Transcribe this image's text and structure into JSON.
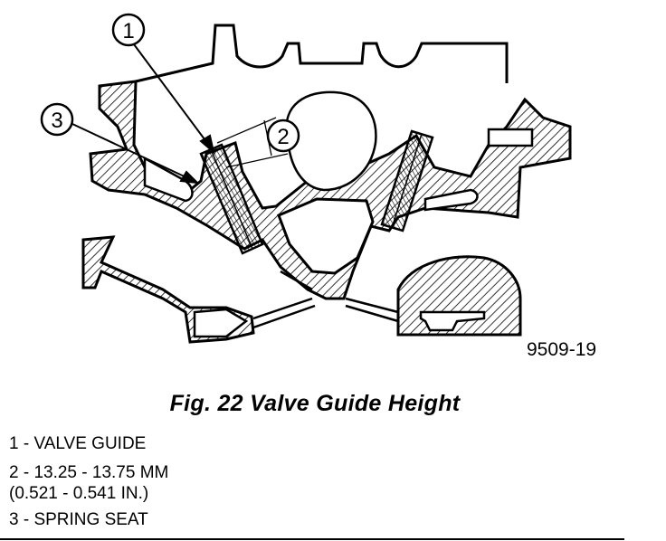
{
  "figure": {
    "callouts": [
      "1",
      "2",
      "3"
    ],
    "figure_id": "9509-19"
  },
  "caption": "Fig. 22 Valve Guide Height",
  "legend": {
    "item1": "1 - VALVE GUIDE",
    "item2_line1": "2 - 13.25 - 13.75 MM",
    "item2_line2": "(0.521 - 0.541 IN.)",
    "item3": "3 - SPRING SEAT"
  }
}
